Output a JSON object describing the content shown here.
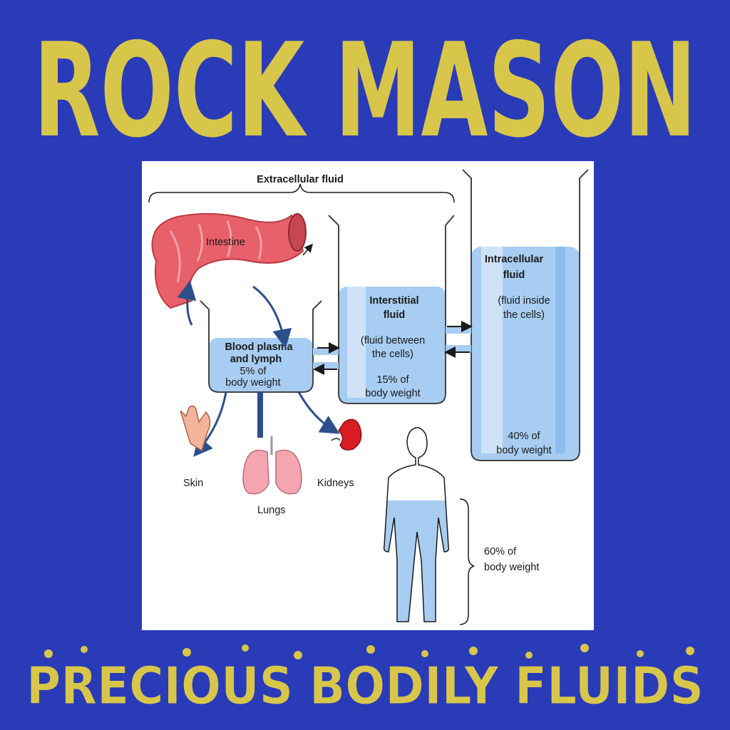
{
  "cover": {
    "artist": "ROCK MASON",
    "album": "PRECIOUS BODILY FLUIDS",
    "colors": {
      "background": "#2a3bb8",
      "title_text": "#d8c64a",
      "fluid": "#a8cdf2",
      "fluid_dark": "#7fb2ea",
      "organ_red": "#e8606a",
      "kidney_red": "#d81c22"
    }
  },
  "diagram": {
    "extracellular_label": "Extracellular fluid",
    "intestine_label": "Intestine",
    "blood": {
      "line1": "Blood plasma",
      "line2": "and lymph",
      "line3": "5% of",
      "line4": "body weight"
    },
    "interstitial": {
      "line1": "Interstitial",
      "line2": "fluid",
      "line3": "(fluid between",
      "line4": "the cells)",
      "line5": "15% of",
      "line6": "body weight"
    },
    "intracellular": {
      "line1": "Intracellular",
      "line2": "fluid",
      "line3": "(fluid inside",
      "line4": "the cells)",
      "line5": "40% of",
      "line6": "body weight"
    },
    "organs": {
      "skin": "Skin",
      "lungs": "Lungs",
      "kidneys": "Kidneys"
    },
    "body": {
      "line1": "60% of",
      "line2": "body weight"
    },
    "icons": [
      "intestine-icon",
      "hand-icon",
      "lungs-icon",
      "kidney-icon",
      "human-body-icon"
    ]
  }
}
